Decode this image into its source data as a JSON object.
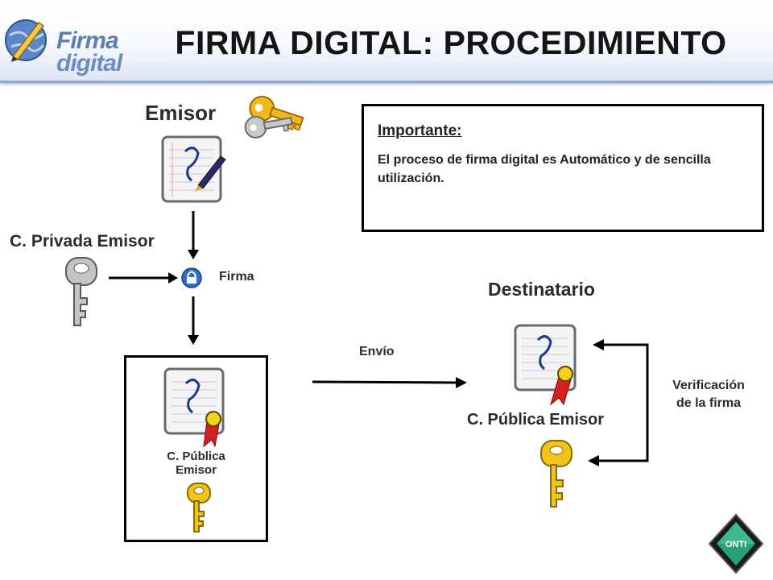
{
  "header": {
    "logo_line1": "Firma",
    "logo_line2": "digital",
    "title": "FIRMA DIGITAL: PROCEDIMIENTO"
  },
  "emisor": {
    "label": "Emisor"
  },
  "private_key": {
    "label": "C. Privada Emisor"
  },
  "sign_step": {
    "label": "Firma"
  },
  "signed_doc": {
    "label_line1": "C. Pública",
    "label_line2": "Emisor"
  },
  "send_step": {
    "label": "Envío"
  },
  "destinatario": {
    "label": "Destinatario",
    "public_key_label": "C. Pública Emisor"
  },
  "verification": {
    "line1": "Verificación",
    "line2": "de la firma"
  },
  "important": {
    "title": "Importante:",
    "text": "El proceso de firma digital es Automático y de sencilla utilización."
  },
  "footer": {
    "badge": "ONTI"
  },
  "colors": {
    "header_border": "#8fa9cf",
    "gold_key": "#e8c020",
    "silver_key": "#b8b8b8",
    "ribbon": "#d02020"
  }
}
